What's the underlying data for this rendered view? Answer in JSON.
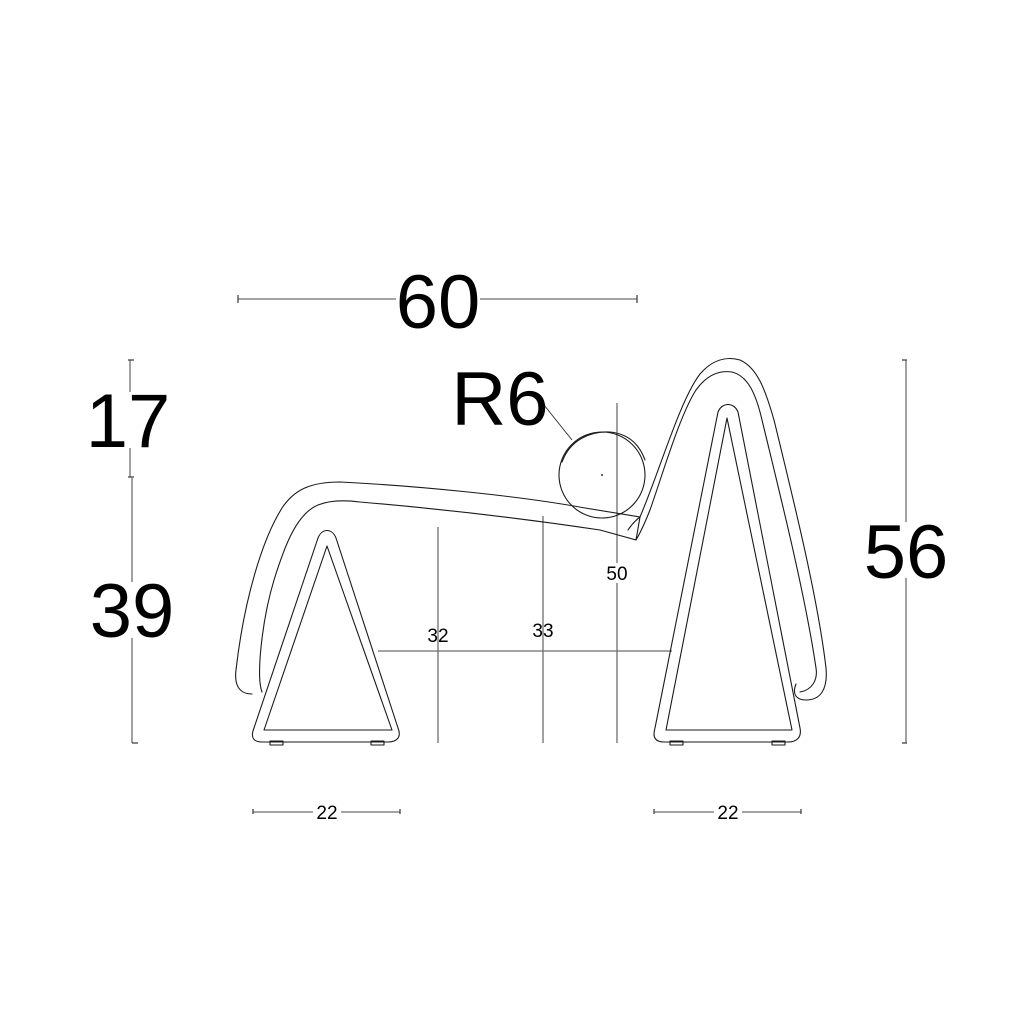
{
  "drawing": {
    "subject": "chair side elevation with dimensions",
    "units": "",
    "dimensions": {
      "overall_width": "60",
      "backrest_radius": "R6",
      "upper_height": "17",
      "seat_height_side": "39",
      "overall_height": "56",
      "front_seat_height": "32",
      "mid_seat_height": "33",
      "rear_seat_height": "50",
      "left_leg_base": "22",
      "right_leg_base": "22"
    },
    "colors": {
      "line": "#1a1a1a",
      "dimension_line": "#6e6e6e",
      "background": "#ffffff"
    }
  }
}
